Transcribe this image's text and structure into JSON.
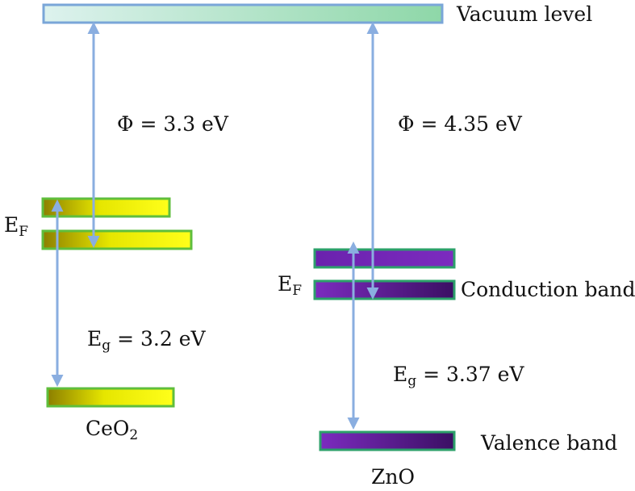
{
  "vacuum_label": "Vacuum level",
  "phi_symbol": "Φ",
  "phi_ceo2": "= 3.3 eV",
  "phi_zno": "= 4.35 eV",
  "ef_main": "E",
  "ef_sub": "F",
  "eg_main": "E",
  "eg_sub": "g",
  "eg_ceo2": "= 3.2 eV",
  "eg_zno": "= 3.37 eV",
  "conduction_label": "Conduction band",
  "valence_label": "Valence band",
  "ceo2_main": "CeO",
  "ceo2_sub": "2",
  "zno_label": "ZnO",
  "colors": {
    "vacuum_left": "#ddf2ee",
    "vacuum_right": "#8ed7a8",
    "vacuum_border": "#7aa6d8",
    "ceo2_dark": "#8c7f00",
    "ceo2_light": "#ffff1a",
    "ceo2_border": "#5fbe3c",
    "zno_light": "#7c2bbf",
    "zno_dark": "#3b0f63",
    "zno_border": "#2ca06a",
    "arrow": "#8aaee0"
  }
}
